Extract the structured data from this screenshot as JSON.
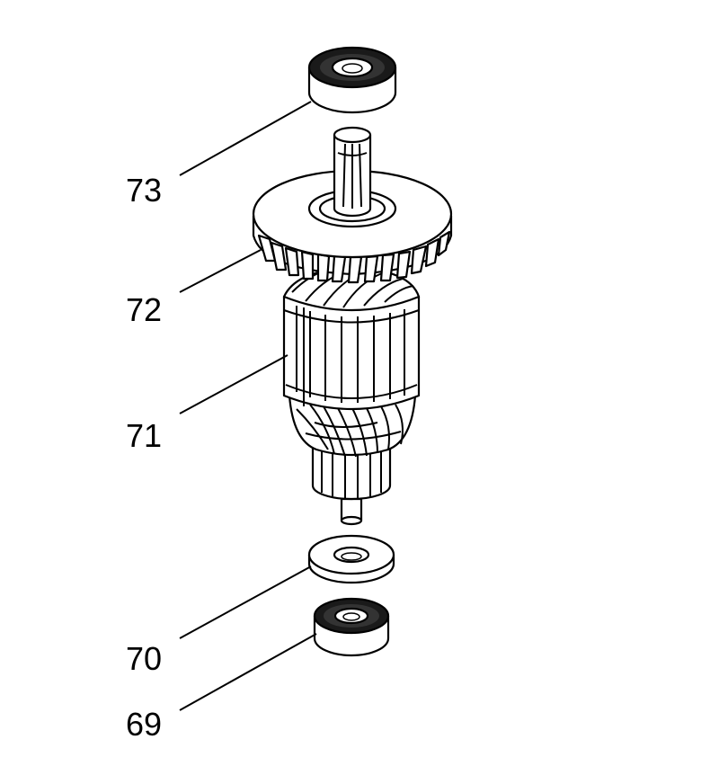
{
  "callouts": {
    "c73": "73",
    "c72": "72",
    "c71": "71",
    "c70": "70",
    "c69": "69"
  },
  "colors": {
    "line": "#000000",
    "background": "#ffffff",
    "shadow": "#1a1a1a"
  }
}
